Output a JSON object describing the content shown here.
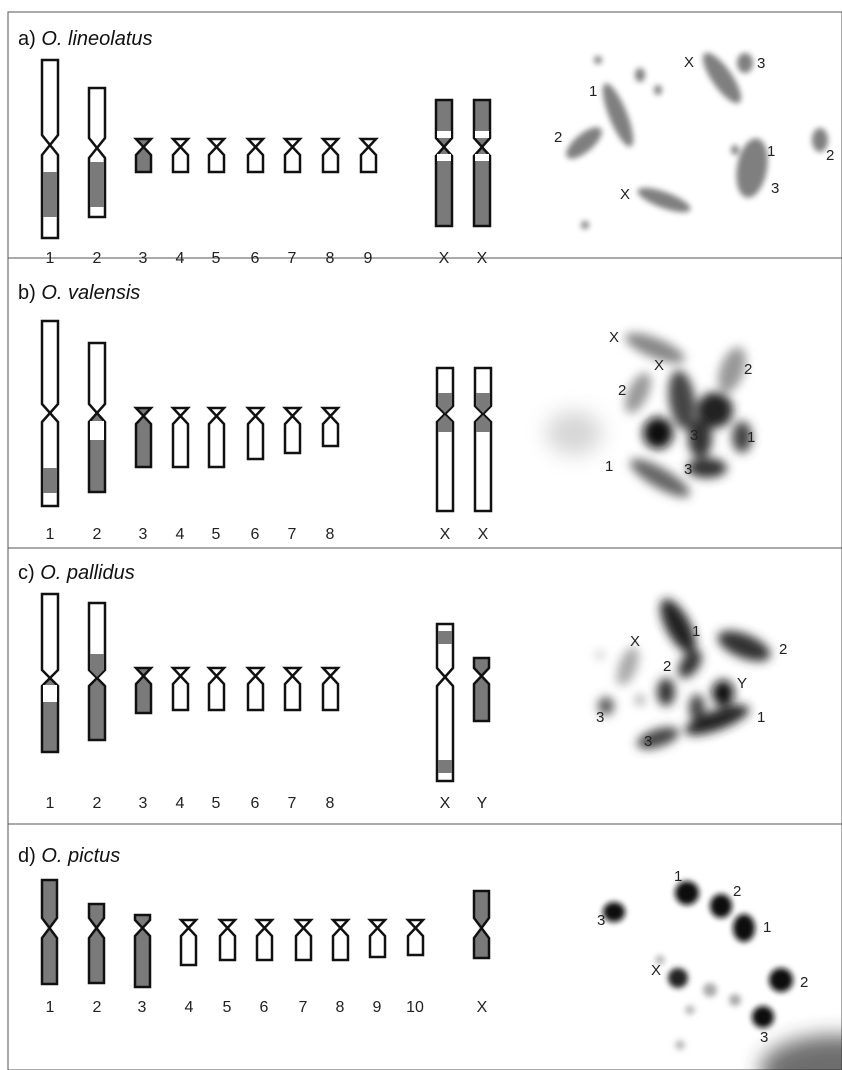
{
  "colors": {
    "heterochromatin": "#7a7a7a",
    "outline": "#111111",
    "euchromatin": "#ffffff",
    "divider": "#444444"
  },
  "panels": [
    {
      "id": "a",
      "prefix": "a)",
      "species": "O. lineolatus",
      "labels": [
        "1",
        "2",
        "3",
        "4",
        "5",
        "6",
        "7",
        "8",
        "9",
        "X",
        "X"
      ],
      "micrograph_labels": [
        "X",
        "3",
        "1",
        "2",
        "1",
        "2",
        "3",
        "X"
      ]
    },
    {
      "id": "b",
      "prefix": "b)",
      "species": "O. valensis",
      "labels": [
        "1",
        "2",
        "3",
        "4",
        "5",
        "6",
        "7",
        "8",
        "X",
        "X"
      ],
      "micrograph_labels": [
        "X",
        "X",
        "2",
        "2",
        "3",
        "1",
        "3",
        "1"
      ]
    },
    {
      "id": "c",
      "prefix": "c)",
      "species": "O. pallidus",
      "labels": [
        "1",
        "2",
        "3",
        "4",
        "5",
        "6",
        "7",
        "8",
        "X",
        "Y"
      ],
      "micrograph_labels": [
        "1",
        "X",
        "2",
        "2",
        "Y",
        "3",
        "1",
        "3"
      ]
    },
    {
      "id": "d",
      "prefix": "d)",
      "species": "O. pictus",
      "labels": [
        "1",
        "2",
        "3",
        "4",
        "5",
        "6",
        "7",
        "8",
        "9",
        "10",
        "X"
      ],
      "micrograph_labels": [
        "1",
        "2",
        "3",
        "1",
        "X",
        "2",
        "3"
      ]
    }
  ]
}
